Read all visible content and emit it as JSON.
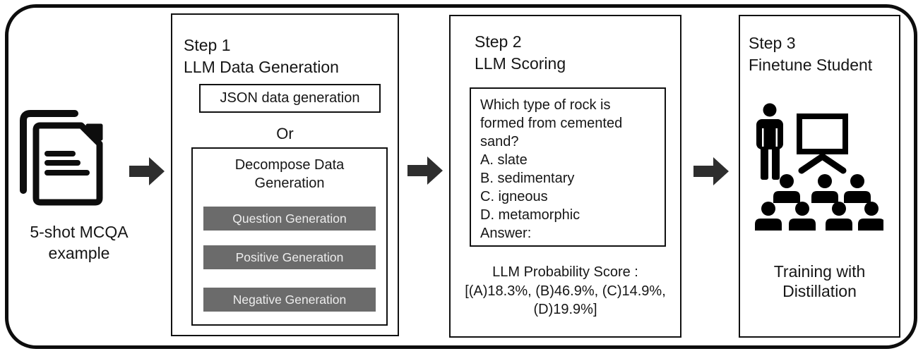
{
  "figure": {
    "type": "process-flow-diagram",
    "source": {
      "icon": "documents-icon",
      "label_line1": "5-shot MCQA",
      "label_line2": "example"
    },
    "steps": [
      {
        "title_line1": "Step 1",
        "title_line2": "LLM Data Generation",
        "json_box_label": "JSON data generation",
        "or_label": "Or",
        "decompose_title": "Decompose Data Generation",
        "buttons": [
          "Question Generation",
          "Positive Generation",
          "Negative Generation"
        ]
      },
      {
        "title_line1": "Step 2",
        "title_line2": "LLM Scoring",
        "question_lines": [
          "Which type of rock is",
          "formed from cemented",
          "sand?",
          "A. slate",
          "B. sedimentary",
          "C. igneous",
          "D. metamorphic",
          "Answer:"
        ],
        "score_lines": [
          "LLM Probability Score :",
          "[(A)18.3%, (B)46.9%, (C)14.9%,",
          "(D)19.9%]"
        ]
      },
      {
        "title_line1": "Step 3",
        "title_line2": "Finetune Student",
        "icon": "teacher-presentation-icon",
        "caption_line1": "Training with",
        "caption_line2": "Distillation"
      }
    ],
    "arrows": [
      "arrow-right-icon",
      "arrow-right-icon",
      "arrow-right-icon"
    ],
    "colors": {
      "background": "#ffffff",
      "frame_border": "#0d0d0d",
      "box_border": "#111111",
      "arrow_fill": "#2e2e2e",
      "pill_background": "#6b6b6b",
      "pill_text": "#ededed",
      "text": "#161616"
    }
  }
}
